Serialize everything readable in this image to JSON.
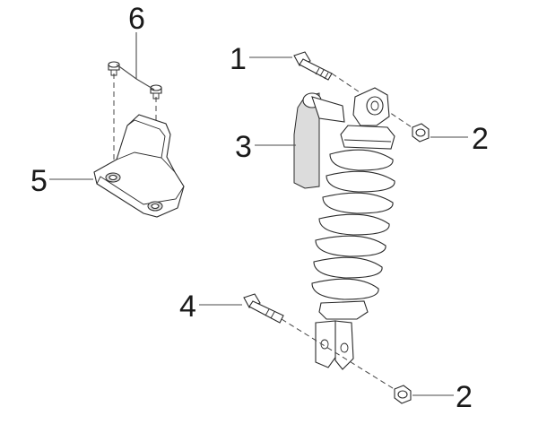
{
  "callouts": [
    {
      "id": "1",
      "label": "1"
    },
    {
      "id": "2a",
      "label": "2"
    },
    {
      "id": "2b",
      "label": "2"
    },
    {
      "id": "3",
      "label": "3"
    },
    {
      "id": "4",
      "label": "4"
    },
    {
      "id": "5",
      "label": "5"
    },
    {
      "id": "6",
      "label": "6"
    }
  ]
}
